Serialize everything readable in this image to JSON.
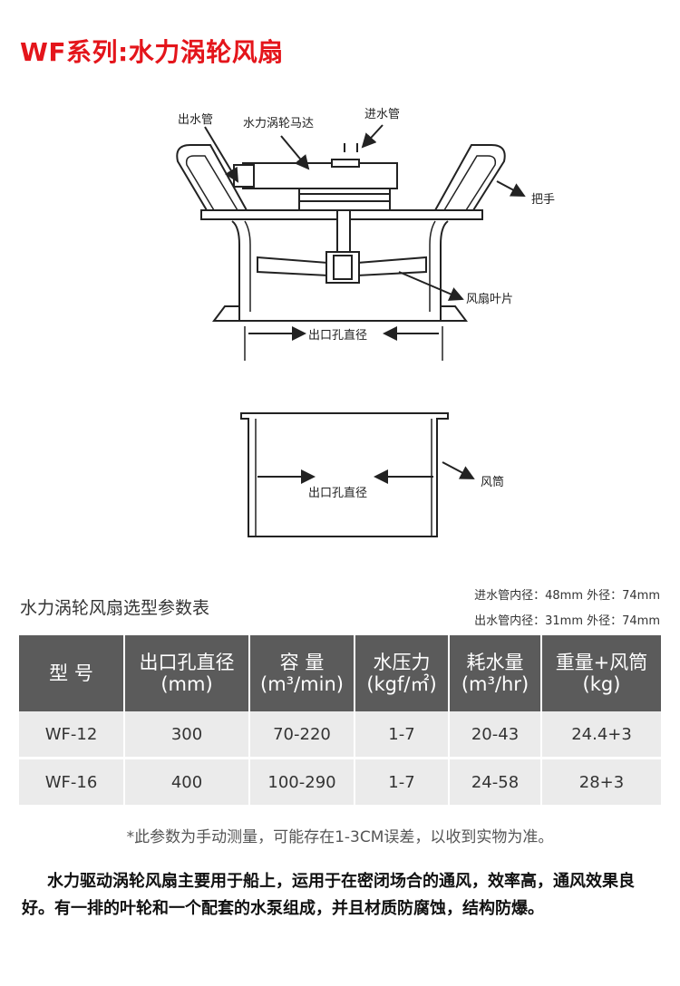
{
  "title": "WF系列:水力涡轮风扇",
  "diagram": {
    "outlet_pipe": "出水管",
    "turbine_motor": "水力涡轮马达",
    "inlet_pipe": "进水管",
    "handle": "把手",
    "fan_blade": "风扇叶片",
    "outlet_diameter": "出口孔直径",
    "duct": "风筒",
    "outlet_diameter_2": "出口孔直径"
  },
  "table": {
    "title": "水力涡轮风扇选型参数表",
    "inlet_note": "进水管内径：48mm 外径：74mm",
    "outlet_note": "出水管内径：31mm 外径：74mm",
    "headers": [
      {
        "line1": "型 号",
        "line2": ""
      },
      {
        "line1": "出口孔直径",
        "line2": "(mm)"
      },
      {
        "line1": "容  量",
        "line2": "(m³/min)"
      },
      {
        "line1": "水压力",
        "line2": "(kgf/㎡)"
      },
      {
        "line1": "耗水量",
        "line2": "(m³/hr)"
      },
      {
        "line1": "重量+风筒",
        "line2": "(kg)"
      }
    ],
    "rows": [
      [
        "WF-12",
        "300",
        "70-220",
        "1-7",
        "20-43",
        "24.4+3"
      ],
      [
        "WF-16",
        "400",
        "100-290",
        "1-7",
        "24-58",
        "28+3"
      ]
    ]
  },
  "note": "*此参数为手动测量，可能存在1-3CM误差，以收到实物为准。",
  "description": "水力驱动涡轮风扇主要用于船上，运用于在密闭场合的通风，效率高，通风效果良好。有一排的叶轮和一个配套的水泵组成，并且材质防腐蚀，结构防爆。",
  "colors": {
    "title": "#e4151b",
    "header_bg": "#5b5b5b",
    "row_bg": "#ebebeb"
  }
}
